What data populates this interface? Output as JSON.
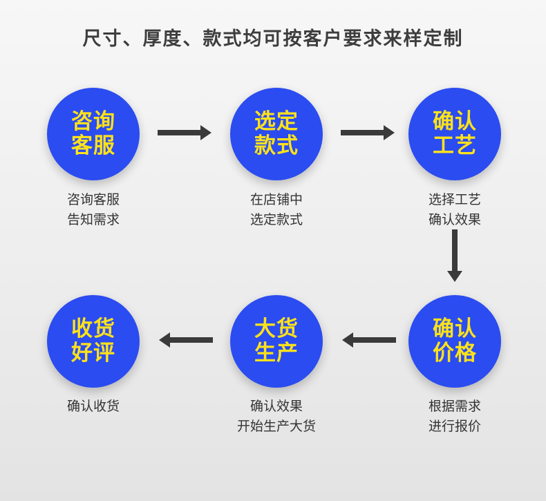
{
  "title": "尺寸、厚度、款式均可按客户要求来样定制",
  "colors": {
    "circle": "#2a4cf0",
    "circle_text": "#ffe21a",
    "arrow": "#3a3a3a"
  },
  "steps": [
    {
      "circle_lines": [
        "咨询",
        "客服"
      ],
      "caption_lines": [
        "咨询客服",
        "告知需求"
      ]
    },
    {
      "circle_lines": [
        "选定",
        "款式"
      ],
      "caption_lines": [
        "在店铺中",
        "选定款式"
      ]
    },
    {
      "circle_lines": [
        "确认",
        "工艺"
      ],
      "caption_lines": [
        "选择工艺",
        "确认效果"
      ]
    },
    {
      "circle_lines": [
        "确认",
        "价格"
      ],
      "caption_lines": [
        "根据需求",
        "进行报价"
      ]
    },
    {
      "circle_lines": [
        "大货",
        "生产"
      ],
      "caption_lines": [
        "确认效果",
        "开始生产大货"
      ]
    },
    {
      "circle_lines": [
        "收货",
        "好评"
      ],
      "caption_lines": [
        "确认收货"
      ]
    }
  ]
}
